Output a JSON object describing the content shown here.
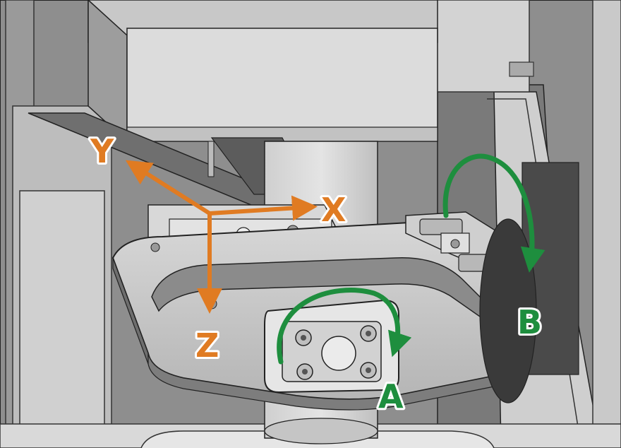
{
  "axes": {
    "x_label": "X",
    "y_label": "Y",
    "z_label": "Z",
    "color": "#E07B22"
  },
  "rotations": {
    "a_label": "A",
    "b_label": "B",
    "color": "#1E8E3E"
  }
}
